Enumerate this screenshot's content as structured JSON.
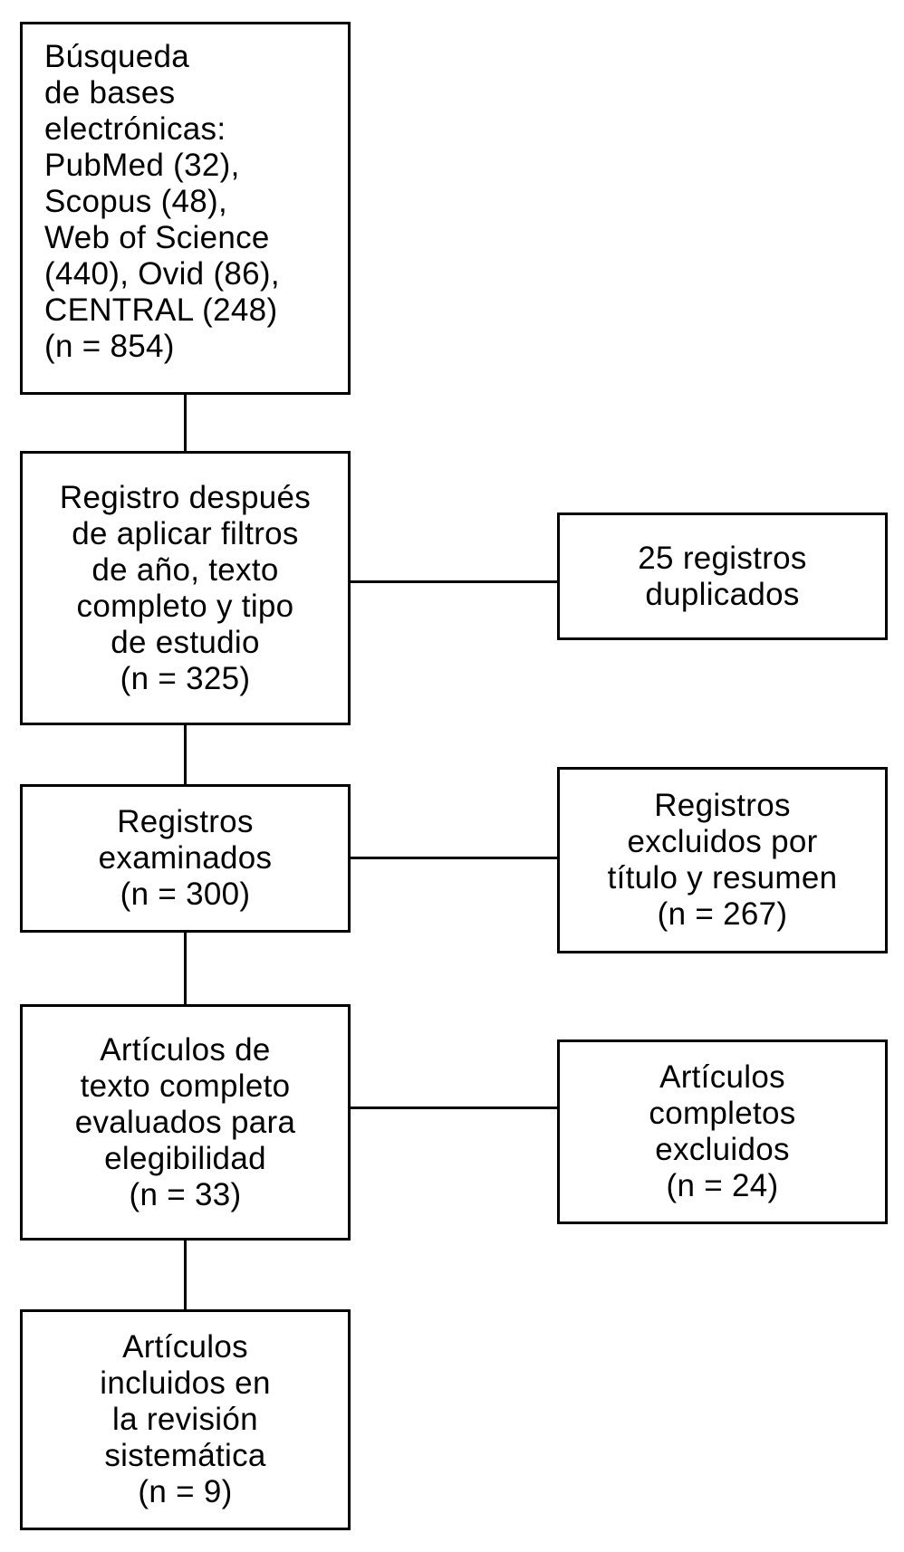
{
  "flowchart": {
    "type": "prisma-flow-diagram",
    "colors": {
      "line": "#000000",
      "text": "#000000",
      "background": "#ffffff"
    },
    "main_boxes": [
      {
        "id": "search",
        "text": "Búsqueda\nde bases\nelectrónicas:\nPubMed (32),\nScopus (48),\nWeb of Science\n(440), Ovid (86),\nCENTRAL (248)\n(n = 854)",
        "n": 854
      },
      {
        "id": "filtered",
        "text": "Registro después\nde aplicar filtros\nde año, texto\ncompleto y tipo\nde estudio\n(n = 325)",
        "n": 325
      },
      {
        "id": "screened",
        "text": "Registros\nexaminados\n(n = 300)",
        "n": 300
      },
      {
        "id": "fulltext-assessed",
        "text": "Artículos de\ntexto completo\nevaluados para\nelegibilidad\n(n = 33)",
        "n": 33
      },
      {
        "id": "included",
        "text": "Artículos\nincluidos en\nla revisión\nsistemática\n(n = 9)",
        "n": 9
      }
    ],
    "side_boxes": [
      {
        "id": "duplicates",
        "text": "25 registros\nduplicados",
        "n": 25
      },
      {
        "id": "excluded-title-abstract",
        "text": "Registros\nexcluidos por\ntítulo y resumen\n(n = 267)",
        "n": 267
      },
      {
        "id": "fulltext-excluded",
        "text": "Artículos\ncompletos\nexcluidos\n(n = 24)",
        "n": 24
      }
    ],
    "edges": [
      {
        "from": "search",
        "to": "filtered",
        "style": "plain-line"
      },
      {
        "from": "filtered",
        "to": "screened",
        "style": "plain-line"
      },
      {
        "from": "screened",
        "to": "fulltext-assessed",
        "style": "plain-line"
      },
      {
        "from": "fulltext-assessed",
        "to": "included",
        "style": "plain-line"
      },
      {
        "from": "filtered",
        "to": "duplicates",
        "style": "plain-line"
      },
      {
        "from": "screened",
        "to": "excluded-title-abstract",
        "style": "plain-line"
      },
      {
        "from": "fulltext-assessed",
        "to": "fulltext-excluded",
        "style": "plain-line"
      }
    ]
  }
}
